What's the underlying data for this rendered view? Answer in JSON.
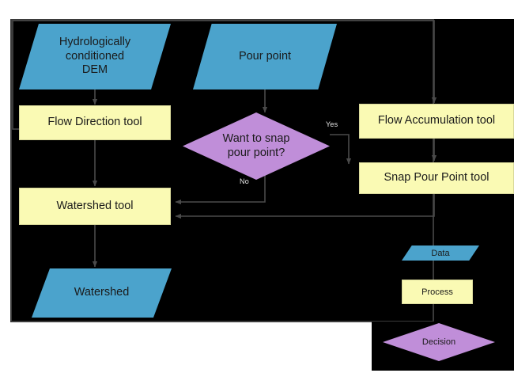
{
  "diagram": {
    "title_present": false,
    "type": "flowchart",
    "background": "#000000",
    "page_background": "#ffffff",
    "colors": {
      "data_fill": "#4BA3CC",
      "process_fill": "#FAFAB4",
      "decision_fill": "#C08ED9",
      "connector": "#4a4a4a",
      "panel_border": "#3a3a3a",
      "label_text": "#e8e8e8",
      "node_text": "#1a1a1a"
    },
    "nodes": [
      {
        "id": "hydro-dem",
        "shape": "data",
        "label": "Hydrologically conditioned DEM"
      },
      {
        "id": "pour-point",
        "shape": "data",
        "label": "Pour point"
      },
      {
        "id": "flow-direction",
        "shape": "process",
        "label": "Flow Direction tool"
      },
      {
        "id": "flow-accumulation",
        "shape": "process",
        "label": "Flow Accumulation tool"
      },
      {
        "id": "want-to-snap",
        "shape": "decision",
        "label": "Want to snap pour point?"
      },
      {
        "id": "snap-pour-point",
        "shape": "process",
        "label": "Snap Pour Point tool"
      },
      {
        "id": "watershed-tool",
        "shape": "process",
        "label": "Watershed tool"
      },
      {
        "id": "watershed",
        "shape": "data",
        "label": "Watershed"
      }
    ],
    "node_labels": {
      "hydro_dem_line1": "Hydrologically",
      "hydro_dem_line2": "conditioned",
      "hydro_dem_line3": "DEM",
      "pour_point": "Pour point",
      "flow_direction": "Flow Direction tool",
      "flow_accumulation": "Flow Accumulation tool",
      "want_to_snap_line1": "Want to snap",
      "want_to_snap_line2": "pour point?",
      "snap_pour_point": "Snap Pour Point tool",
      "watershed_tool": "Watershed tool",
      "watershed": "Watershed"
    },
    "branch_labels": {
      "yes": "Yes",
      "no": "No"
    },
    "edges": [
      {
        "from": "hydro-dem",
        "to": "flow-direction",
        "label": ""
      },
      {
        "from": "flow-direction",
        "to": "watershed-tool",
        "label": ""
      },
      {
        "from": "flow-direction",
        "to": "flow-accumulation",
        "label": ""
      },
      {
        "from": "pour-point",
        "to": "want-to-snap",
        "label": ""
      },
      {
        "from": "want-to-snap",
        "to": "snap-pour-point",
        "label": "Yes"
      },
      {
        "from": "want-to-snap",
        "to": "watershed-tool",
        "label": "No"
      },
      {
        "from": "flow-accumulation",
        "to": "snap-pour-point",
        "label": ""
      },
      {
        "from": "snap-pour-point",
        "to": "watershed-tool",
        "label": ""
      },
      {
        "from": "watershed-tool",
        "to": "watershed",
        "label": ""
      }
    ]
  },
  "legend": {
    "items": [
      {
        "label": "Data",
        "shape": "parallelogram",
        "color": "#4BA3CC"
      },
      {
        "label": "Process",
        "shape": "rectangle",
        "color": "#FAFAB4"
      },
      {
        "label": "Decision",
        "shape": "diamond",
        "color": "#C08ED9"
      }
    ]
  }
}
